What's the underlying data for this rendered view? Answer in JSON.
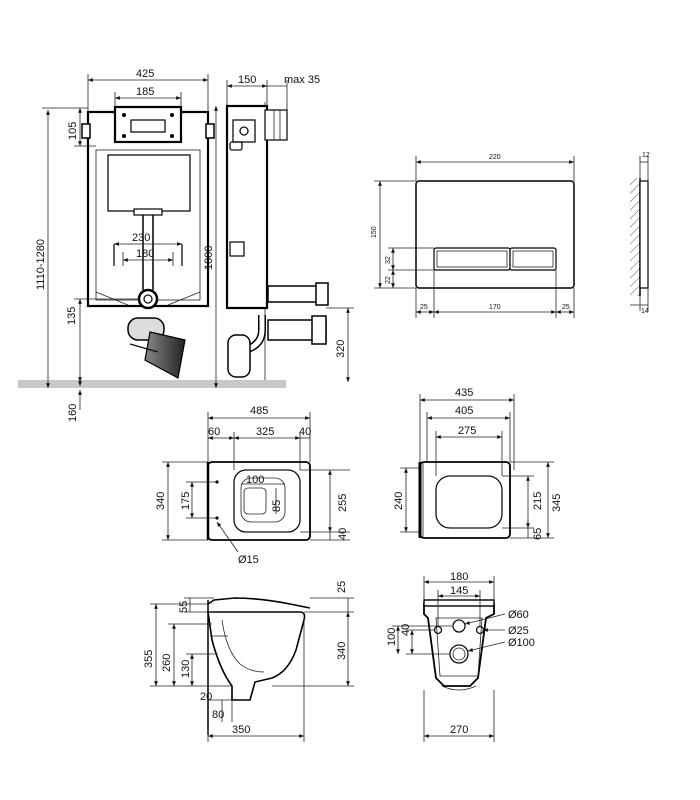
{
  "frame_view": {
    "dims": {
      "width": "425",
      "plate_width": "185",
      "depth": "150",
      "max_depth": "max 35",
      "top_offset": "105",
      "overall_height": "1110-1280",
      "frame_height": "1000",
      "pin_spacing_outer": "230",
      "pin_spacing_inner": "180",
      "outlet_height": "135",
      "inlet_height": "320",
      "floor_offset": "160"
    }
  },
  "flush_plate": {
    "dims": {
      "width": "220",
      "height": "150",
      "button_height": "32",
      "bottom_offset": "22",
      "left_margin": "25",
      "center_width": "170",
      "right_margin": "25",
      "thickness_top": "12",
      "thickness_bottom": "14"
    }
  },
  "bowl_top": {
    "dims": {
      "length": "485",
      "back_offset": "60",
      "inner_length": "325",
      "front_offset": "40",
      "rim_depth": "100",
      "rim_width": "85",
      "width": "340",
      "mount_spacing": "175",
      "inner_width": "255",
      "front_margin": "40",
      "hole_diameter": "Ø15"
    }
  },
  "seat_top": {
    "dims": {
      "length": "435",
      "inner_length": "405",
      "opening_length": "275",
      "width": "240",
      "opening_width": "215",
      "total_width": "345",
      "front_margin": "65"
    }
  },
  "bowl_side": {
    "dims": {
      "top_gap": "25",
      "rim_height": "55",
      "height": "355",
      "mount_height": "260",
      "outlet_height": "130",
      "wall_height": "340",
      "outlet_offset": "20",
      "outlet_diameter": "80",
      "length": "350"
    }
  },
  "bowl_back": {
    "dims": {
      "top_width": "180",
      "bolt_spacing": "145",
      "inlet_diameter": "Ø60",
      "bolt_diameter": "Ø25",
      "outlet_diameter": "Ø100",
      "bolt_height": "40",
      "outlet_height": "100",
      "bottom_width": "270"
    }
  }
}
